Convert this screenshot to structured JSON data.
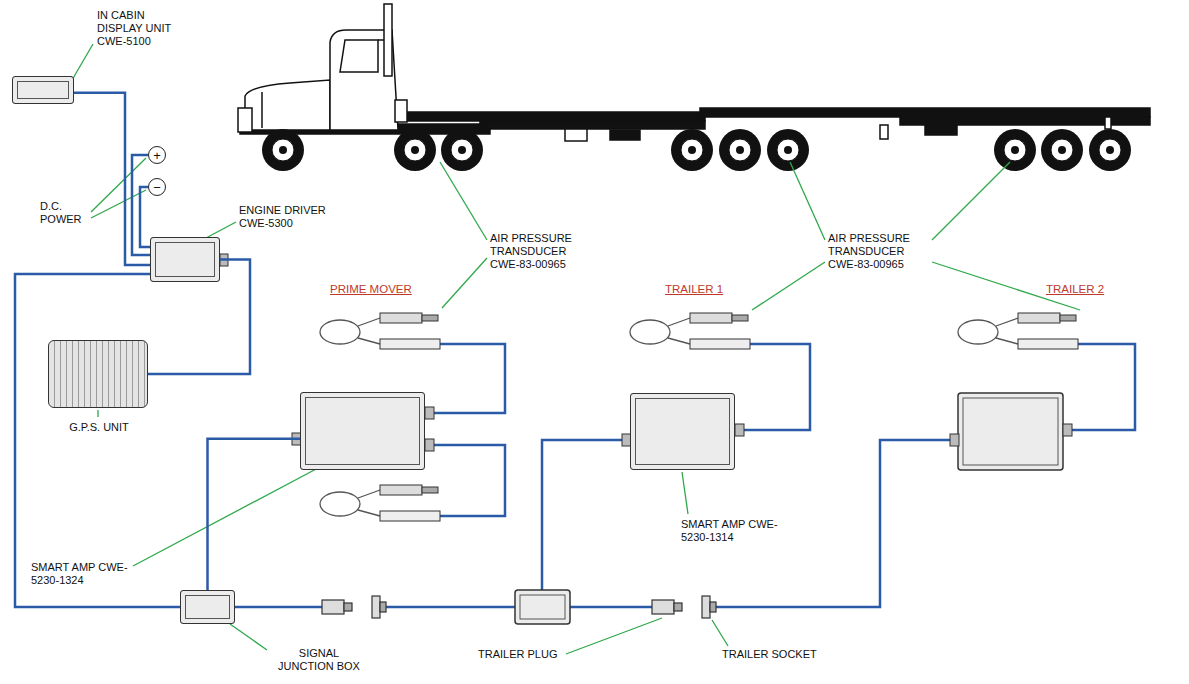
{
  "diagram": {
    "nodes": [
      {
        "text": [
          "IN CABIN DISPLAY UNIT CWE-5100"
        ]
      },
      {
        "text": [
          "ENGINE DRIVER CWE-5300"
        ]
      },
      {
        "text": [
          "G.P.S. UNIT"
        ]
      },
      {
        "text": [
          "SMART AMP CWE-5230-1324"
        ]
      },
      {
        "text": [
          "SMART AMP CWE-5230-1314"
        ]
      },
      {
        "text": [
          "SIGNAL JUNCTION BOX"
        ]
      },
      {
        "text": [
          "+"
        ]
      },
      {
        "text": [
          "−"
        ]
      }
    ],
    "edges": [
      {
        "from": 0,
        "to": 1,
        "arrow": "none"
      },
      {
        "from": 6,
        "to": 1,
        "arrow": "none"
      },
      {
        "from": 7,
        "to": 1,
        "arrow": "none"
      },
      {
        "from": 1,
        "to": 2,
        "arrow": "none"
      },
      {
        "from": 1,
        "to": 5,
        "arrow": "none"
      },
      {
        "from": 5,
        "to": 3,
        "arrow": "none"
      }
    ],
    "labels": [
      "D.C. POWER",
      "AIR PRESSURE TRANSDUCER CWE-83-00965",
      "AIR PRESSURE TRANSDUCER CWE-83-00965",
      "PRIME MOVER",
      "TRAILER 1",
      "TRAILER 2",
      "TRAILER PLUG",
      "TRAILER SOCKET"
    ]
  }
}
